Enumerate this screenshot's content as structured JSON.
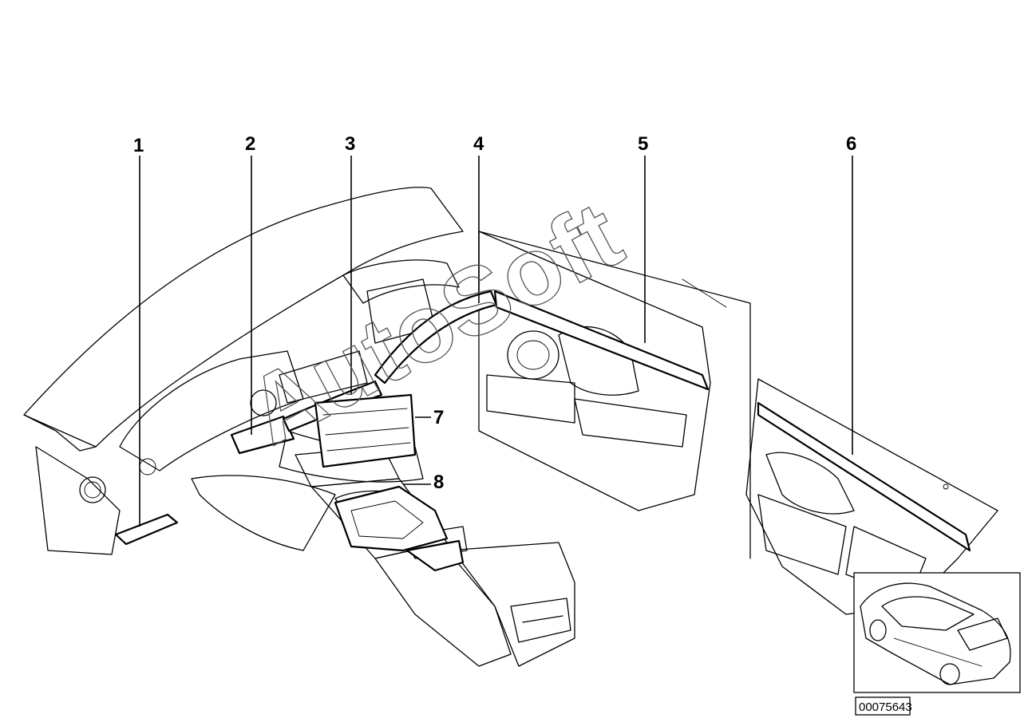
{
  "callouts": [
    "1",
    "2",
    "3",
    "4",
    "5",
    "6",
    "7",
    "8"
  ],
  "watermark": "AutoSoft",
  "reference_number": "00075643",
  "inset": {
    "icon": "car-thumbnail-icon"
  }
}
